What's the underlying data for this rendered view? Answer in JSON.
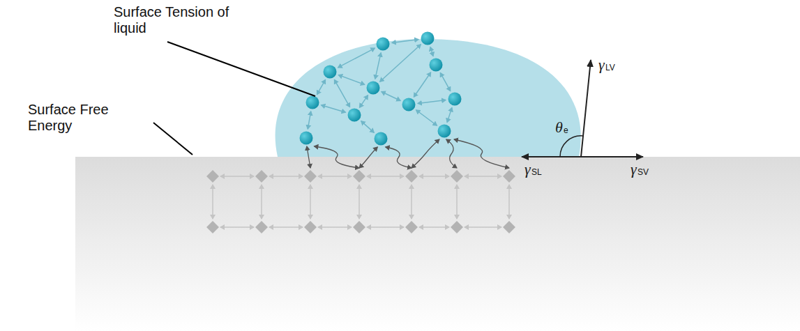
{
  "diagram": {
    "labels": [
      "Surface Tension of liquid",
      "Surface Free Energy",
      "γ",
      "LV",
      "θ",
      "e",
      "γ",
      "SL",
      "γ",
      "SV"
    ]
  }
}
